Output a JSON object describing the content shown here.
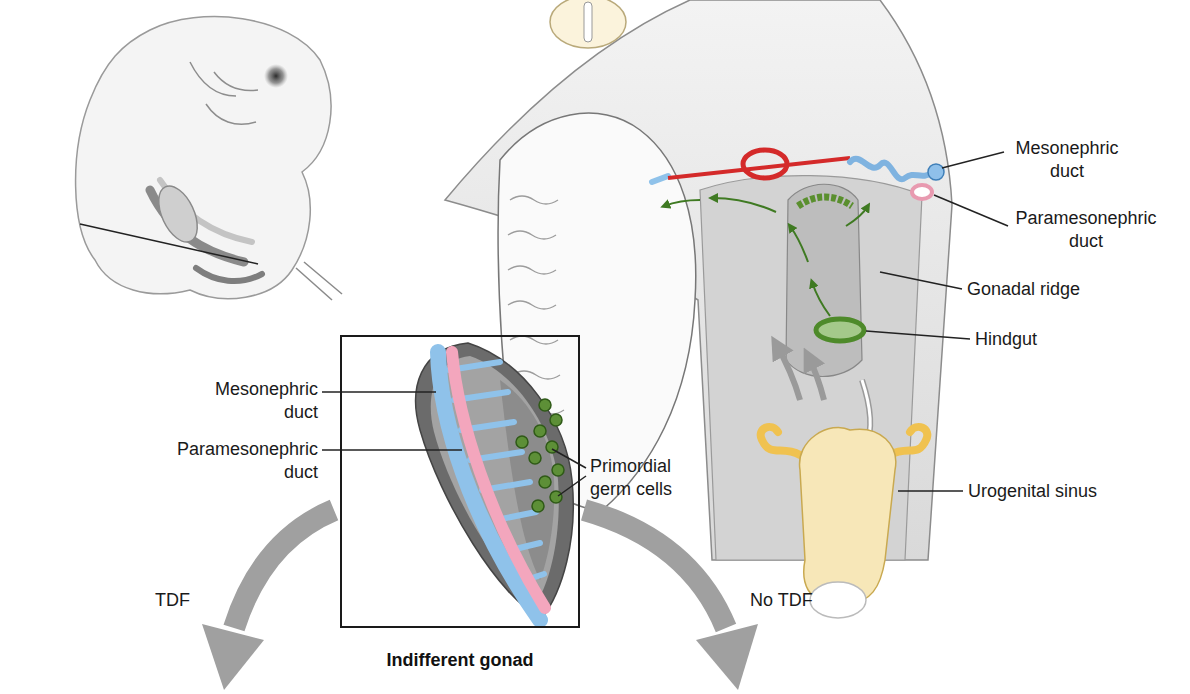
{
  "diagram": {
    "nodes": [
      {
        "text": [
          "Indifferent gonad"
        ]
      }
    ],
    "labels": [
      "Mesonephric duct",
      "Paramesonephric duct",
      "Gonadal ridge",
      "Hindgut",
      "Urogenital sinus",
      "Mesonephric duct",
      "Paramesonephric duct",
      "Primordial germ cells",
      "TDF",
      "No TDF"
    ]
  }
}
